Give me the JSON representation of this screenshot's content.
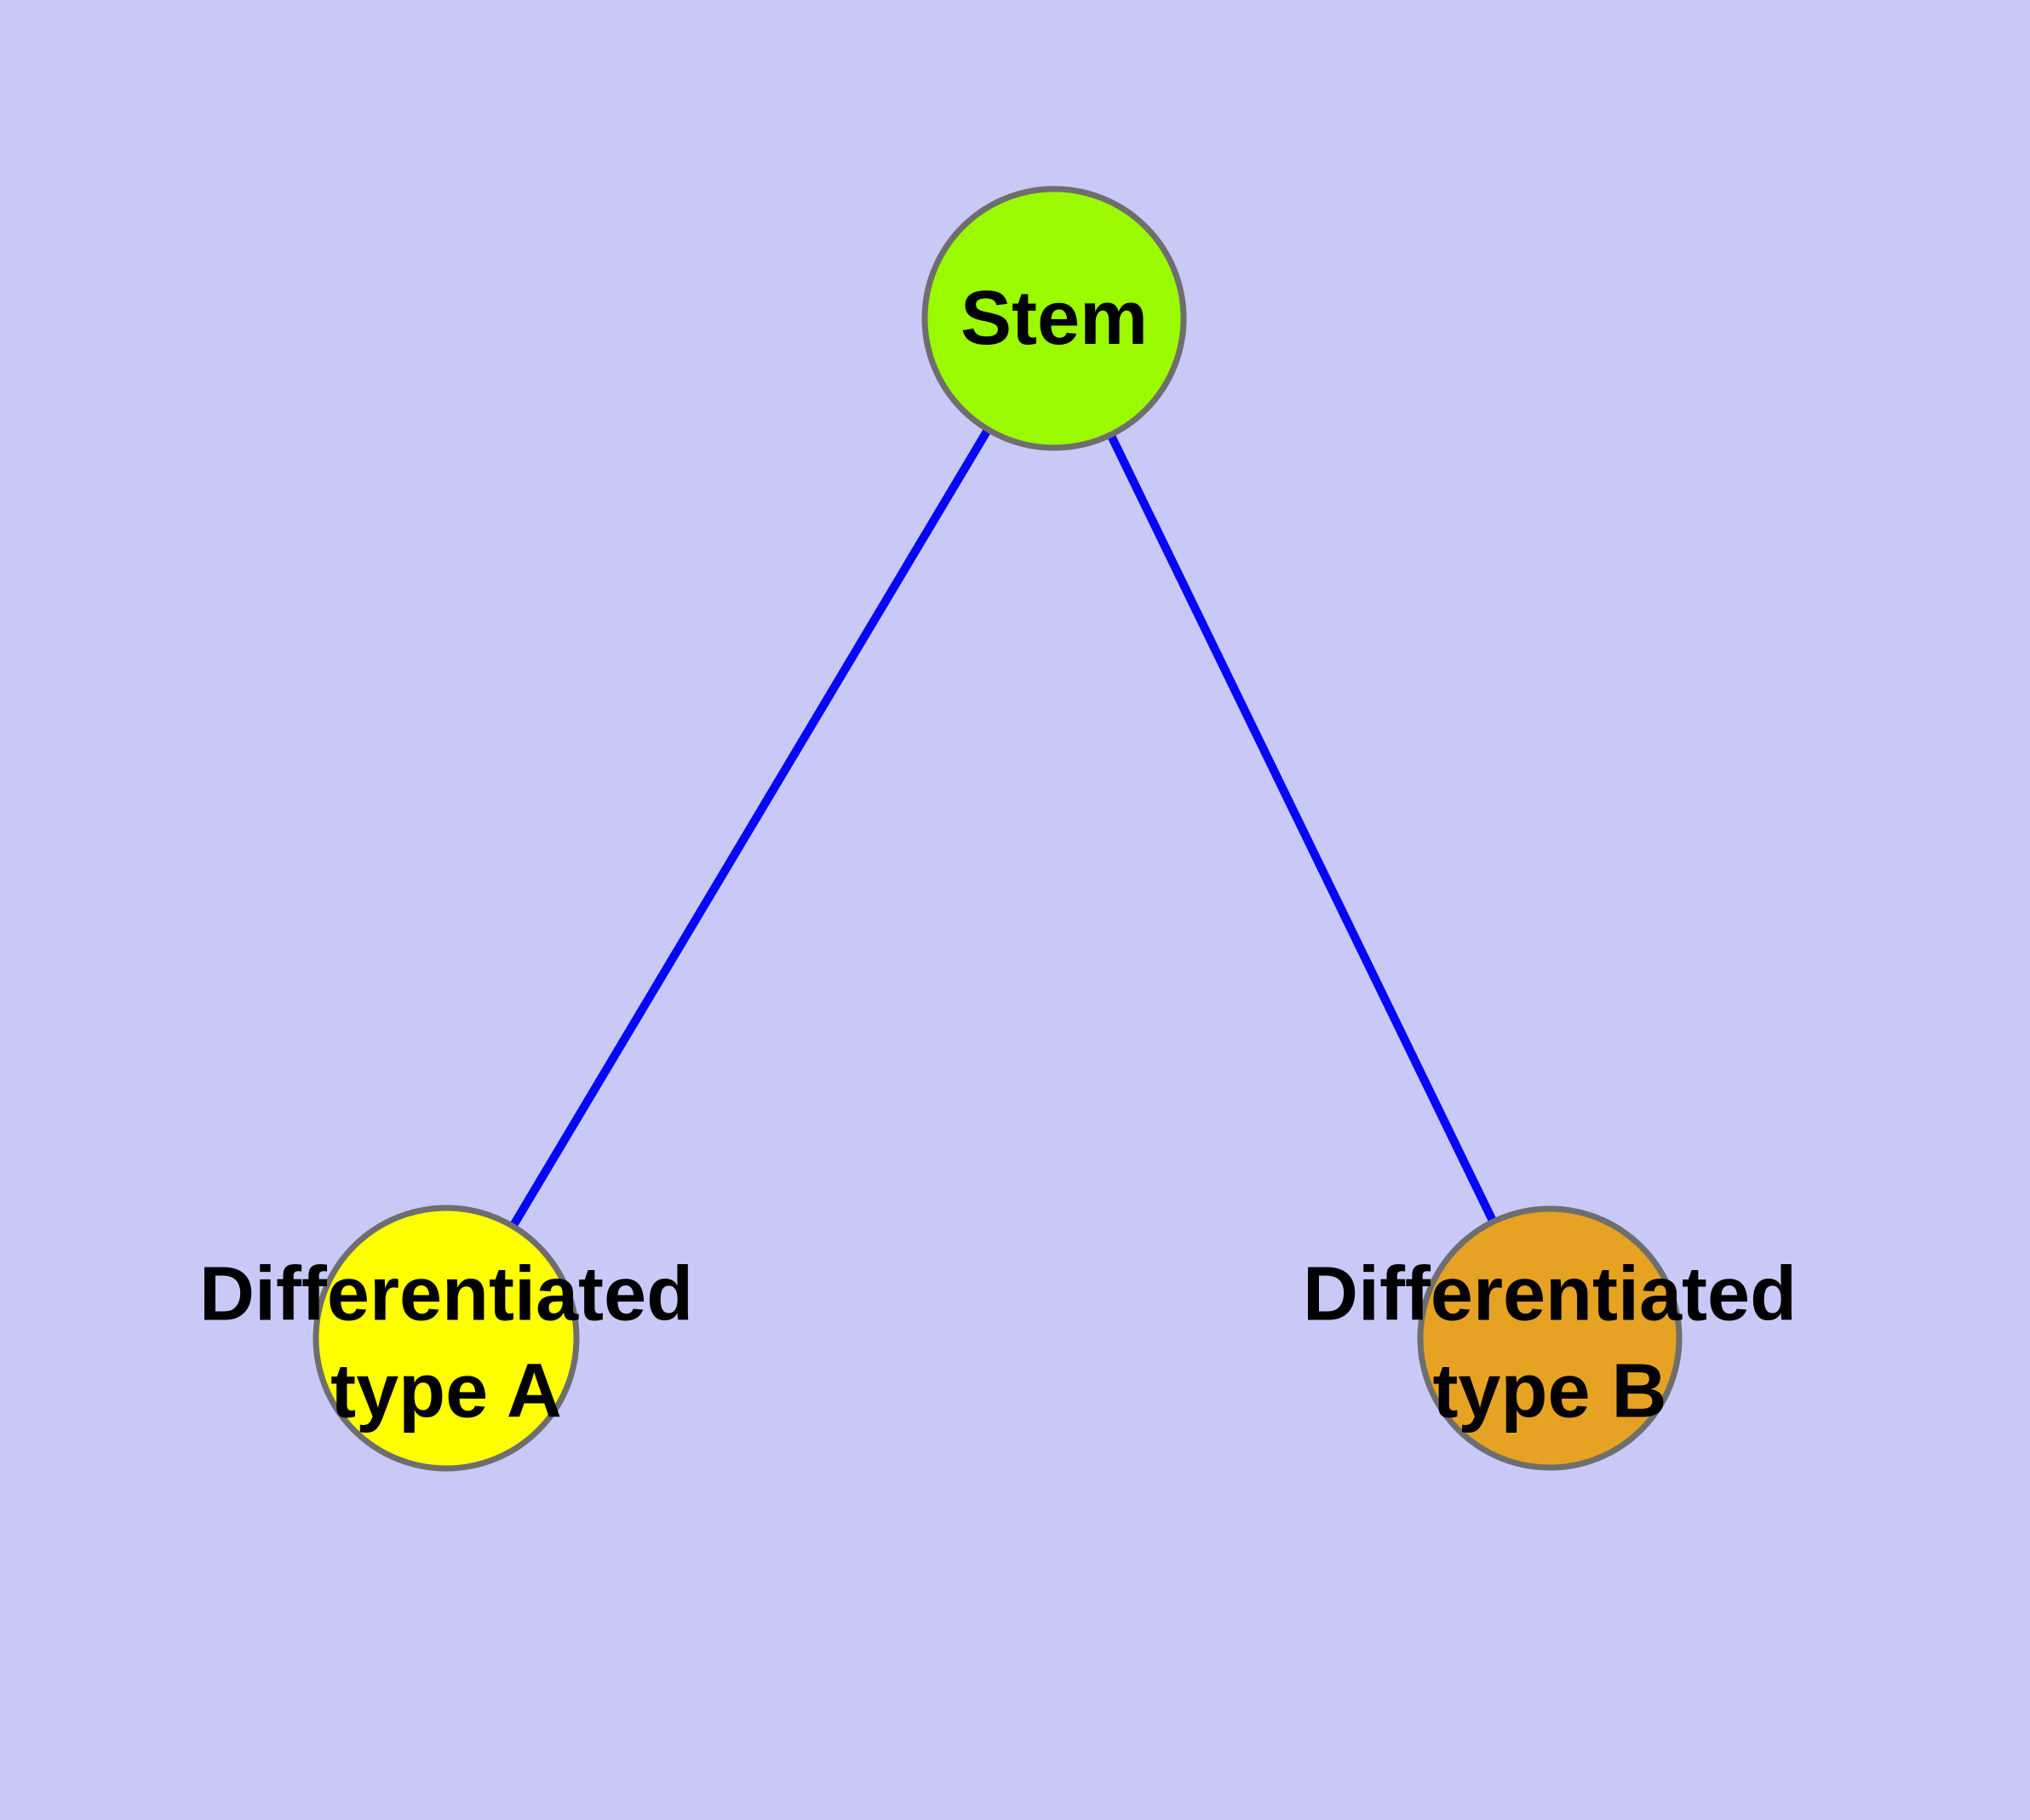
{
  "diagram": {
    "type": "graph",
    "colors": {
      "background": "#c9c9f8",
      "edge": "#0606f8",
      "node_border": "#6e6e6e",
      "label_text": "#000000"
    },
    "nodes": {
      "stem": {
        "label": "Stem",
        "fill": "#9bf900"
      },
      "type_a": {
        "label_line1": "Differentiated",
        "label_line2": "type A",
        "fill": "#ffff00"
      },
      "type_b": {
        "label_line1": "Differentiated",
        "label_line2": "type B",
        "fill": "#e6a223"
      }
    },
    "edges": [
      {
        "from": "Stem",
        "to": "Differentiated type A"
      },
      {
        "from": "Stem",
        "to": "Differentiated type B"
      }
    ]
  }
}
